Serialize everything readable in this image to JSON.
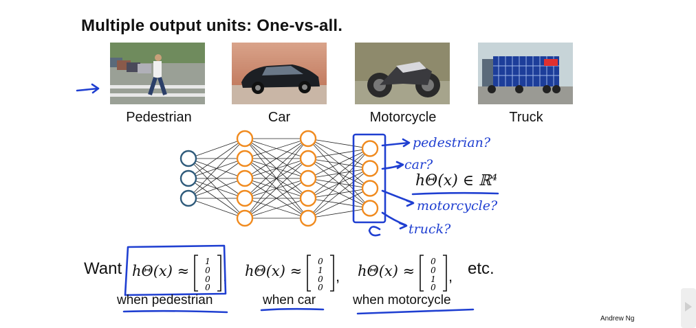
{
  "slide": {
    "title": "Multiple output units: One-vs-all.",
    "author": "Andrew Ng"
  },
  "images": [
    {
      "caption": "Pedestrian",
      "icon": "pedestrian-photo"
    },
    {
      "caption": "Car",
      "icon": "car-photo"
    },
    {
      "caption": "Motorcycle",
      "icon": "motorcycle-photo"
    },
    {
      "caption": "Truck",
      "icon": "truck-photo"
    }
  ],
  "network": {
    "layers": [
      3,
      5,
      5,
      4
    ],
    "input_color": "#2e5a7a",
    "hidden_color": "#f08a1e",
    "output_labels": [
      "pedestrian?",
      "car?",
      "motorcycle?",
      "truck?"
    ],
    "output_expr": "hΘ(x) ∈ ℝ⁴"
  },
  "want": {
    "label": "Want",
    "etc": "etc.",
    "cases": [
      {
        "expr": "hΘ(x) ≈",
        "vector": [
          "1",
          "0",
          "0",
          "0"
        ],
        "label": "when pedestrian"
      },
      {
        "expr": "hΘ(x) ≈",
        "vector": [
          "0",
          "1",
          "0",
          "0"
        ],
        "label": "when car"
      },
      {
        "expr": "hΘ(x) ≈",
        "vector": [
          "0",
          "0",
          "1",
          "0"
        ],
        "label": "when motorcycle"
      }
    ]
  },
  "colors": {
    "annotation": "#1f3fd1"
  }
}
